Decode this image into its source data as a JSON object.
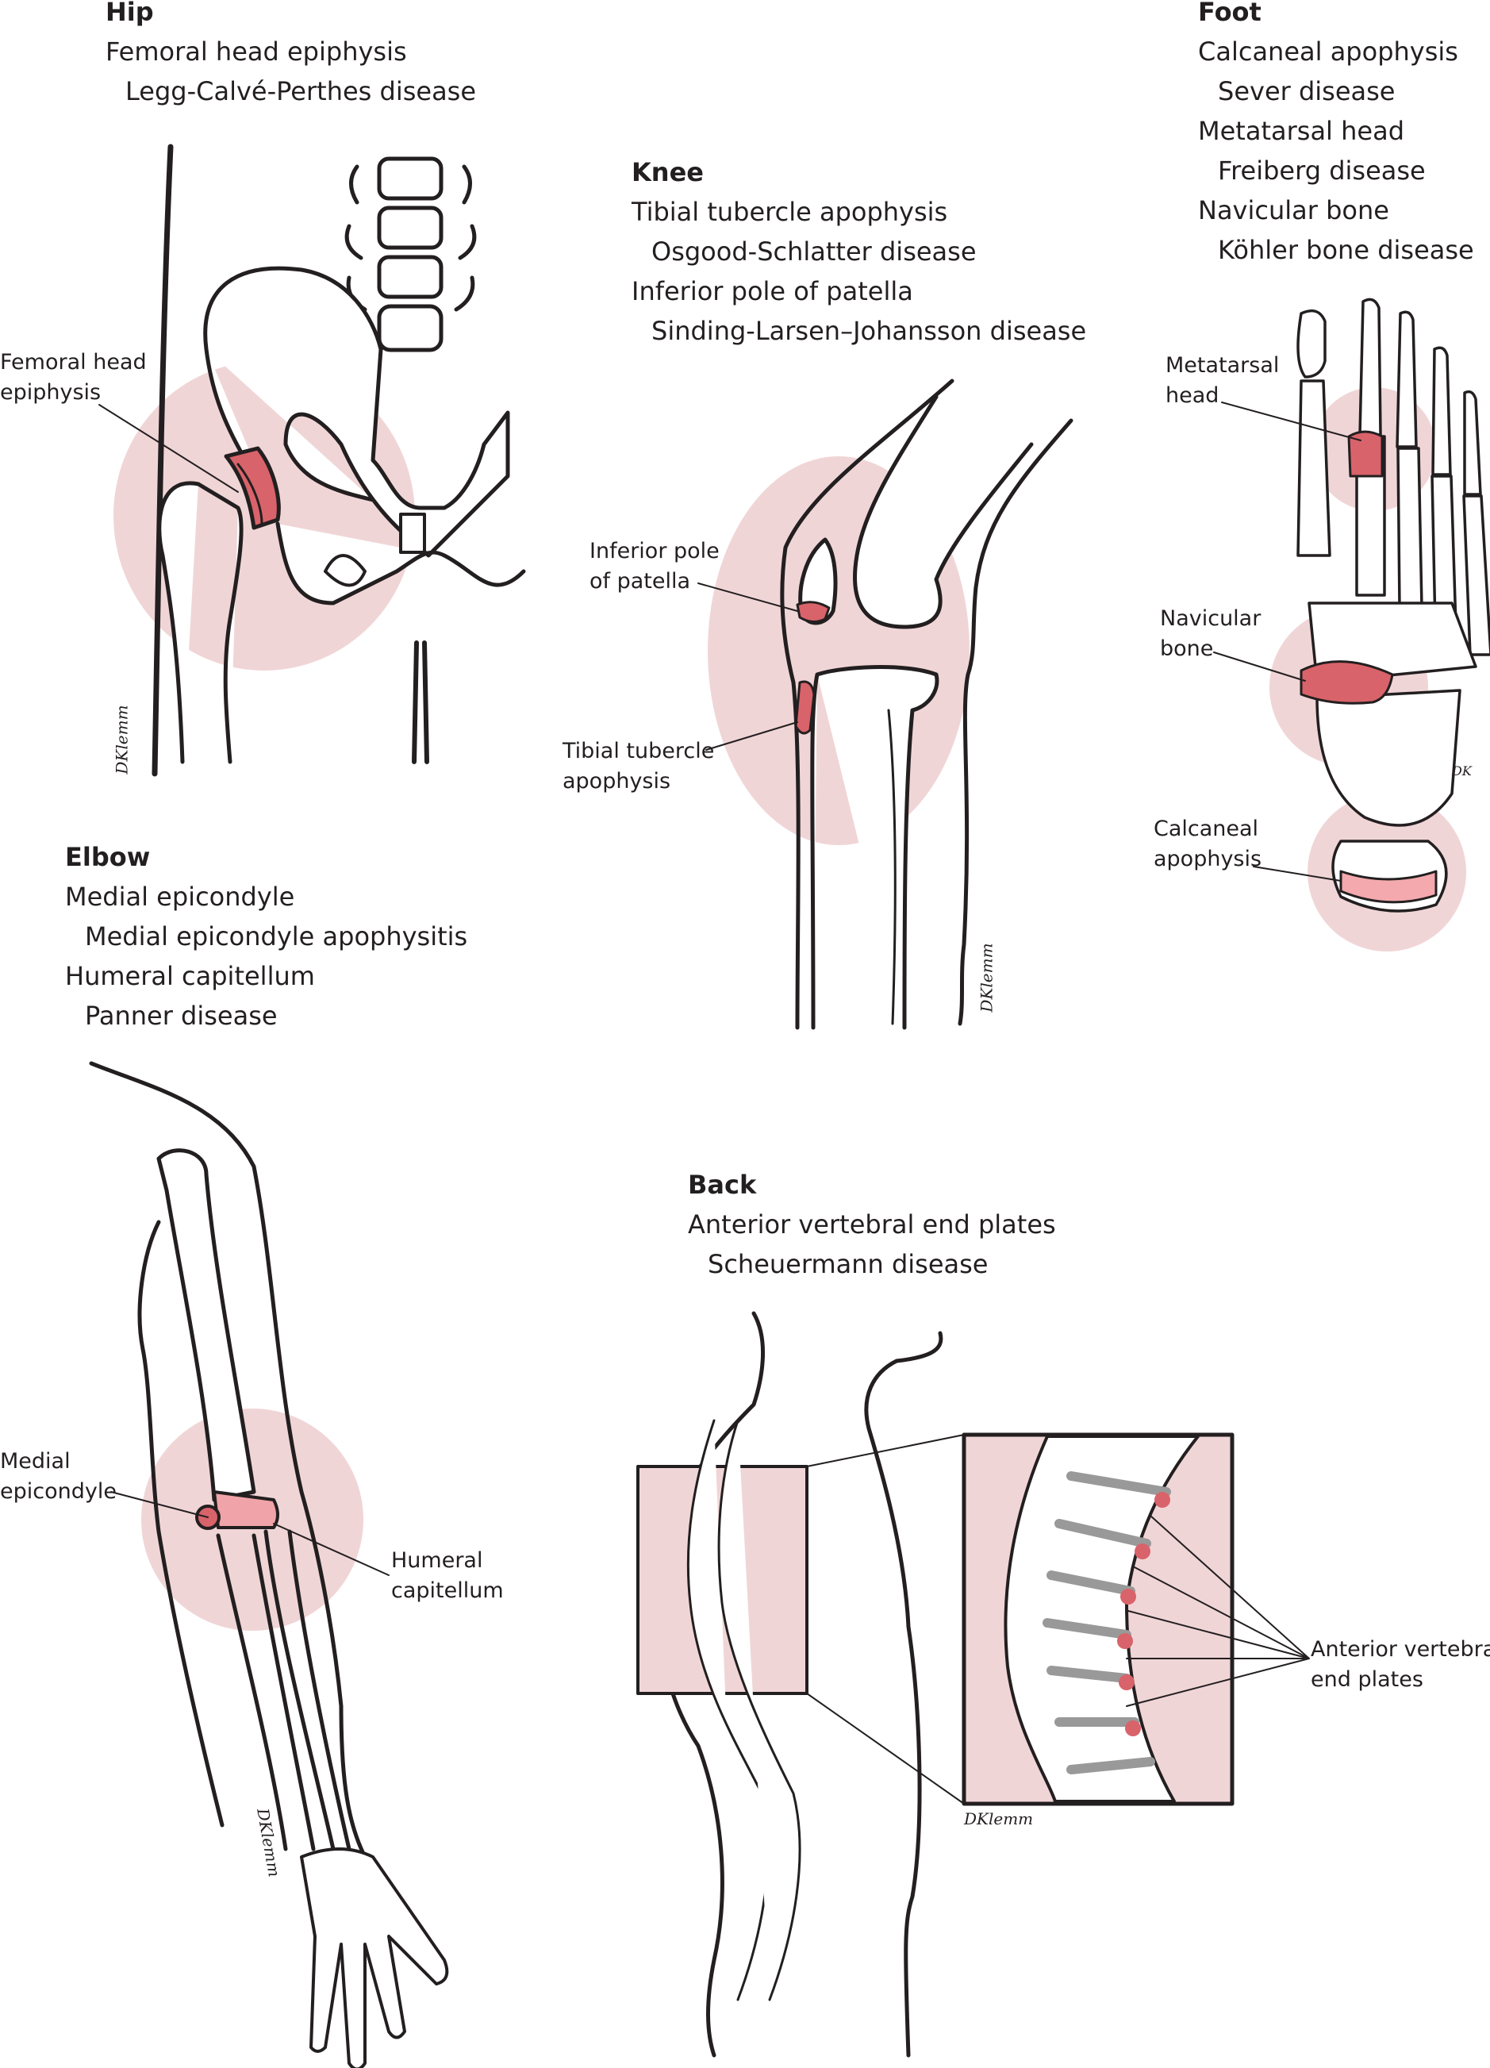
{
  "colors": {
    "highlight": "#f0d5d7",
    "lesion": "#d9636a",
    "ink": "#231f20",
    "disc": "#b9b9b9"
  },
  "hip": {
    "title": "Hip",
    "site": "Femoral head epiphysis",
    "disease": "Legg-Calvé-Perthes disease",
    "label_1": "Femoral head",
    "label_2": "epiphysis"
  },
  "knee": {
    "title": "Knee",
    "site_1": "Tibial tubercle apophysis",
    "disease_1": "Osgood-Schlatter disease",
    "site_2": "Inferior pole of patella",
    "disease_2": "Sinding-Larsen–Johansson disease",
    "label_patella_1": "Inferior pole",
    "label_patella_2": "of patella",
    "label_tibial_1": "Tibial tubercle",
    "label_tibial_2": "apophysis"
  },
  "foot": {
    "title": "Foot",
    "site_1": "Calcaneal apophysis",
    "disease_1": "Sever disease",
    "site_2": "Metatarsal head",
    "disease_2": "Freiberg disease",
    "site_3": "Navicular bone",
    "disease_3": "Köhler bone disease",
    "label_meta_1": "Metatarsal",
    "label_meta_2": "head",
    "label_nav_1": "Navicular",
    "label_nav_2": "bone",
    "label_calc_1": "Calcaneal",
    "label_calc_2": "apophysis"
  },
  "elbow": {
    "title": "Elbow",
    "site_1": "Medial epicondyle",
    "disease_1": "Medial epicondyle apophysitis",
    "site_2": "Humeral capitellum",
    "disease_2": "Panner disease",
    "label_medial_1": "Medial",
    "label_medial_2": "epicondyle",
    "label_humeral_1": "Humeral",
    "label_humeral_2": "capitellum"
  },
  "back": {
    "title": "Back",
    "site": "Anterior vertebral end plates",
    "disease": "Scheuermann disease",
    "label_1": "Anterior vertebral",
    "label_2": "end plates"
  },
  "signatures": {
    "full": "DKlemm",
    "short": "DK"
  }
}
